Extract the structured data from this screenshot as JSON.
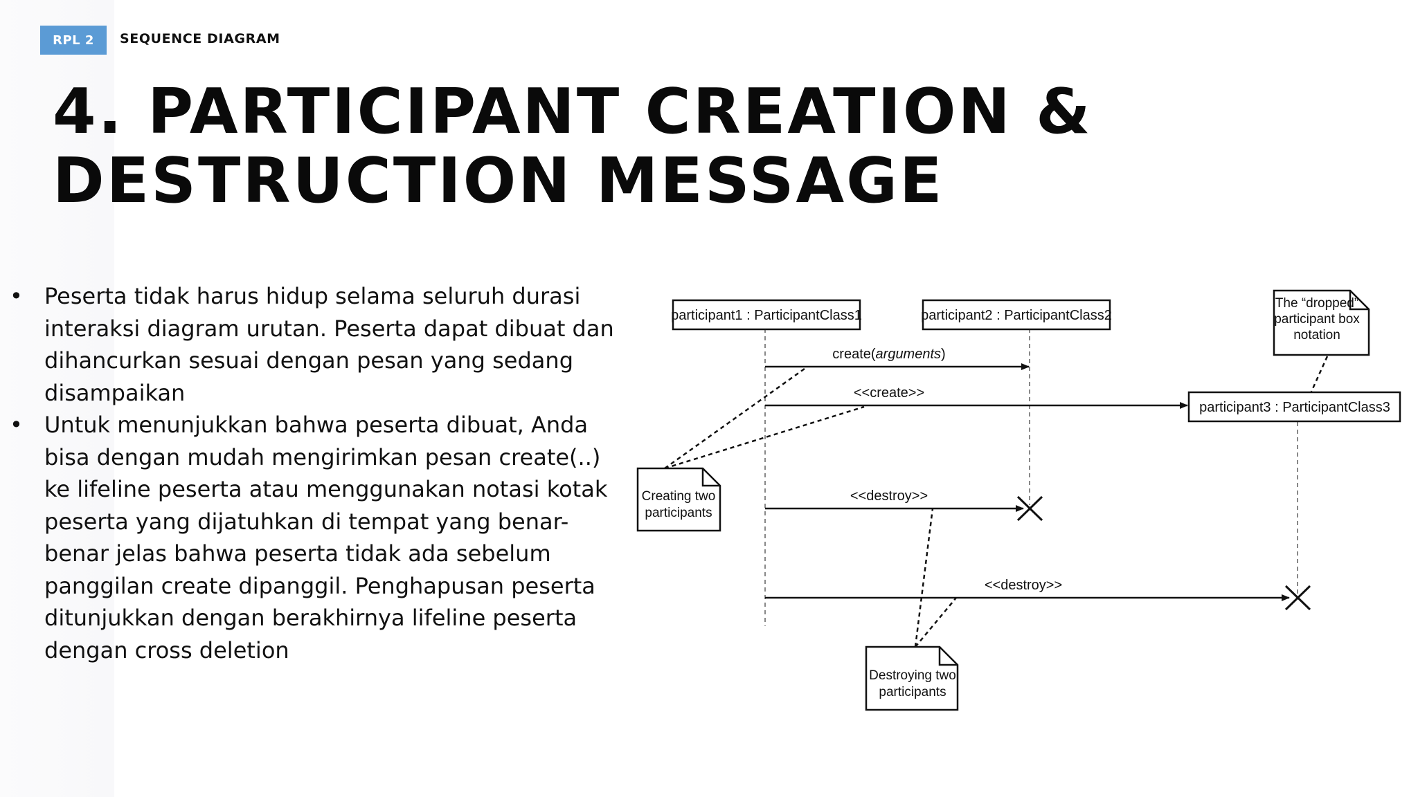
{
  "header": {
    "badge": "RPL 2",
    "label": "SEQUENCE DIAGRAM"
  },
  "title": {
    "line1": "4. PARTICIPANT CREATION &",
    "line2": "DESTRUCTION MESSAGE"
  },
  "bullets": [
    {
      "marker": "•",
      "text": "Peserta tidak harus hidup selama seluruh durasi interaksi diagram urutan. Peserta dapat dibuat dan dihancurkan sesuai dengan pesan yang sedang disampaikan"
    },
    {
      "marker": "•",
      "text": "Untuk menunjukkan bahwa peserta dibuat, Anda bisa dengan mudah mengirimkan pesan create(..) ke lifeline peserta atau menggunakan notasi kotak peserta yang dijatuhkan di tempat yang benar-benar jelas bahwa peserta tidak ada sebelum panggilan create dipanggil. Penghapusan peserta ditunjukkan dengan berakhirnya lifeline peserta dengan cross deletion"
    }
  ],
  "diagram": {
    "participants": {
      "p1": "participant1 : ParticipantClass1",
      "p2": "participant2 : ParticipantClass2",
      "p3": "participant3 : ParticipantClass3"
    },
    "messages": {
      "create_prefix": "create(",
      "create_args": "arguments",
      "create_suffix": ")",
      "create_stereo": "<<create>>",
      "destroy1": "<<destroy>>",
      "destroy2": "<<destroy>>"
    },
    "notes": {
      "dropped_line1": "The “dropped”",
      "dropped_line2": "participant box",
      "dropped_line3": "notation",
      "creating_line1": "Creating two",
      "creating_line2": "participants",
      "destroying_line1": "Destroying two",
      "destroying_line2": "participants"
    }
  }
}
